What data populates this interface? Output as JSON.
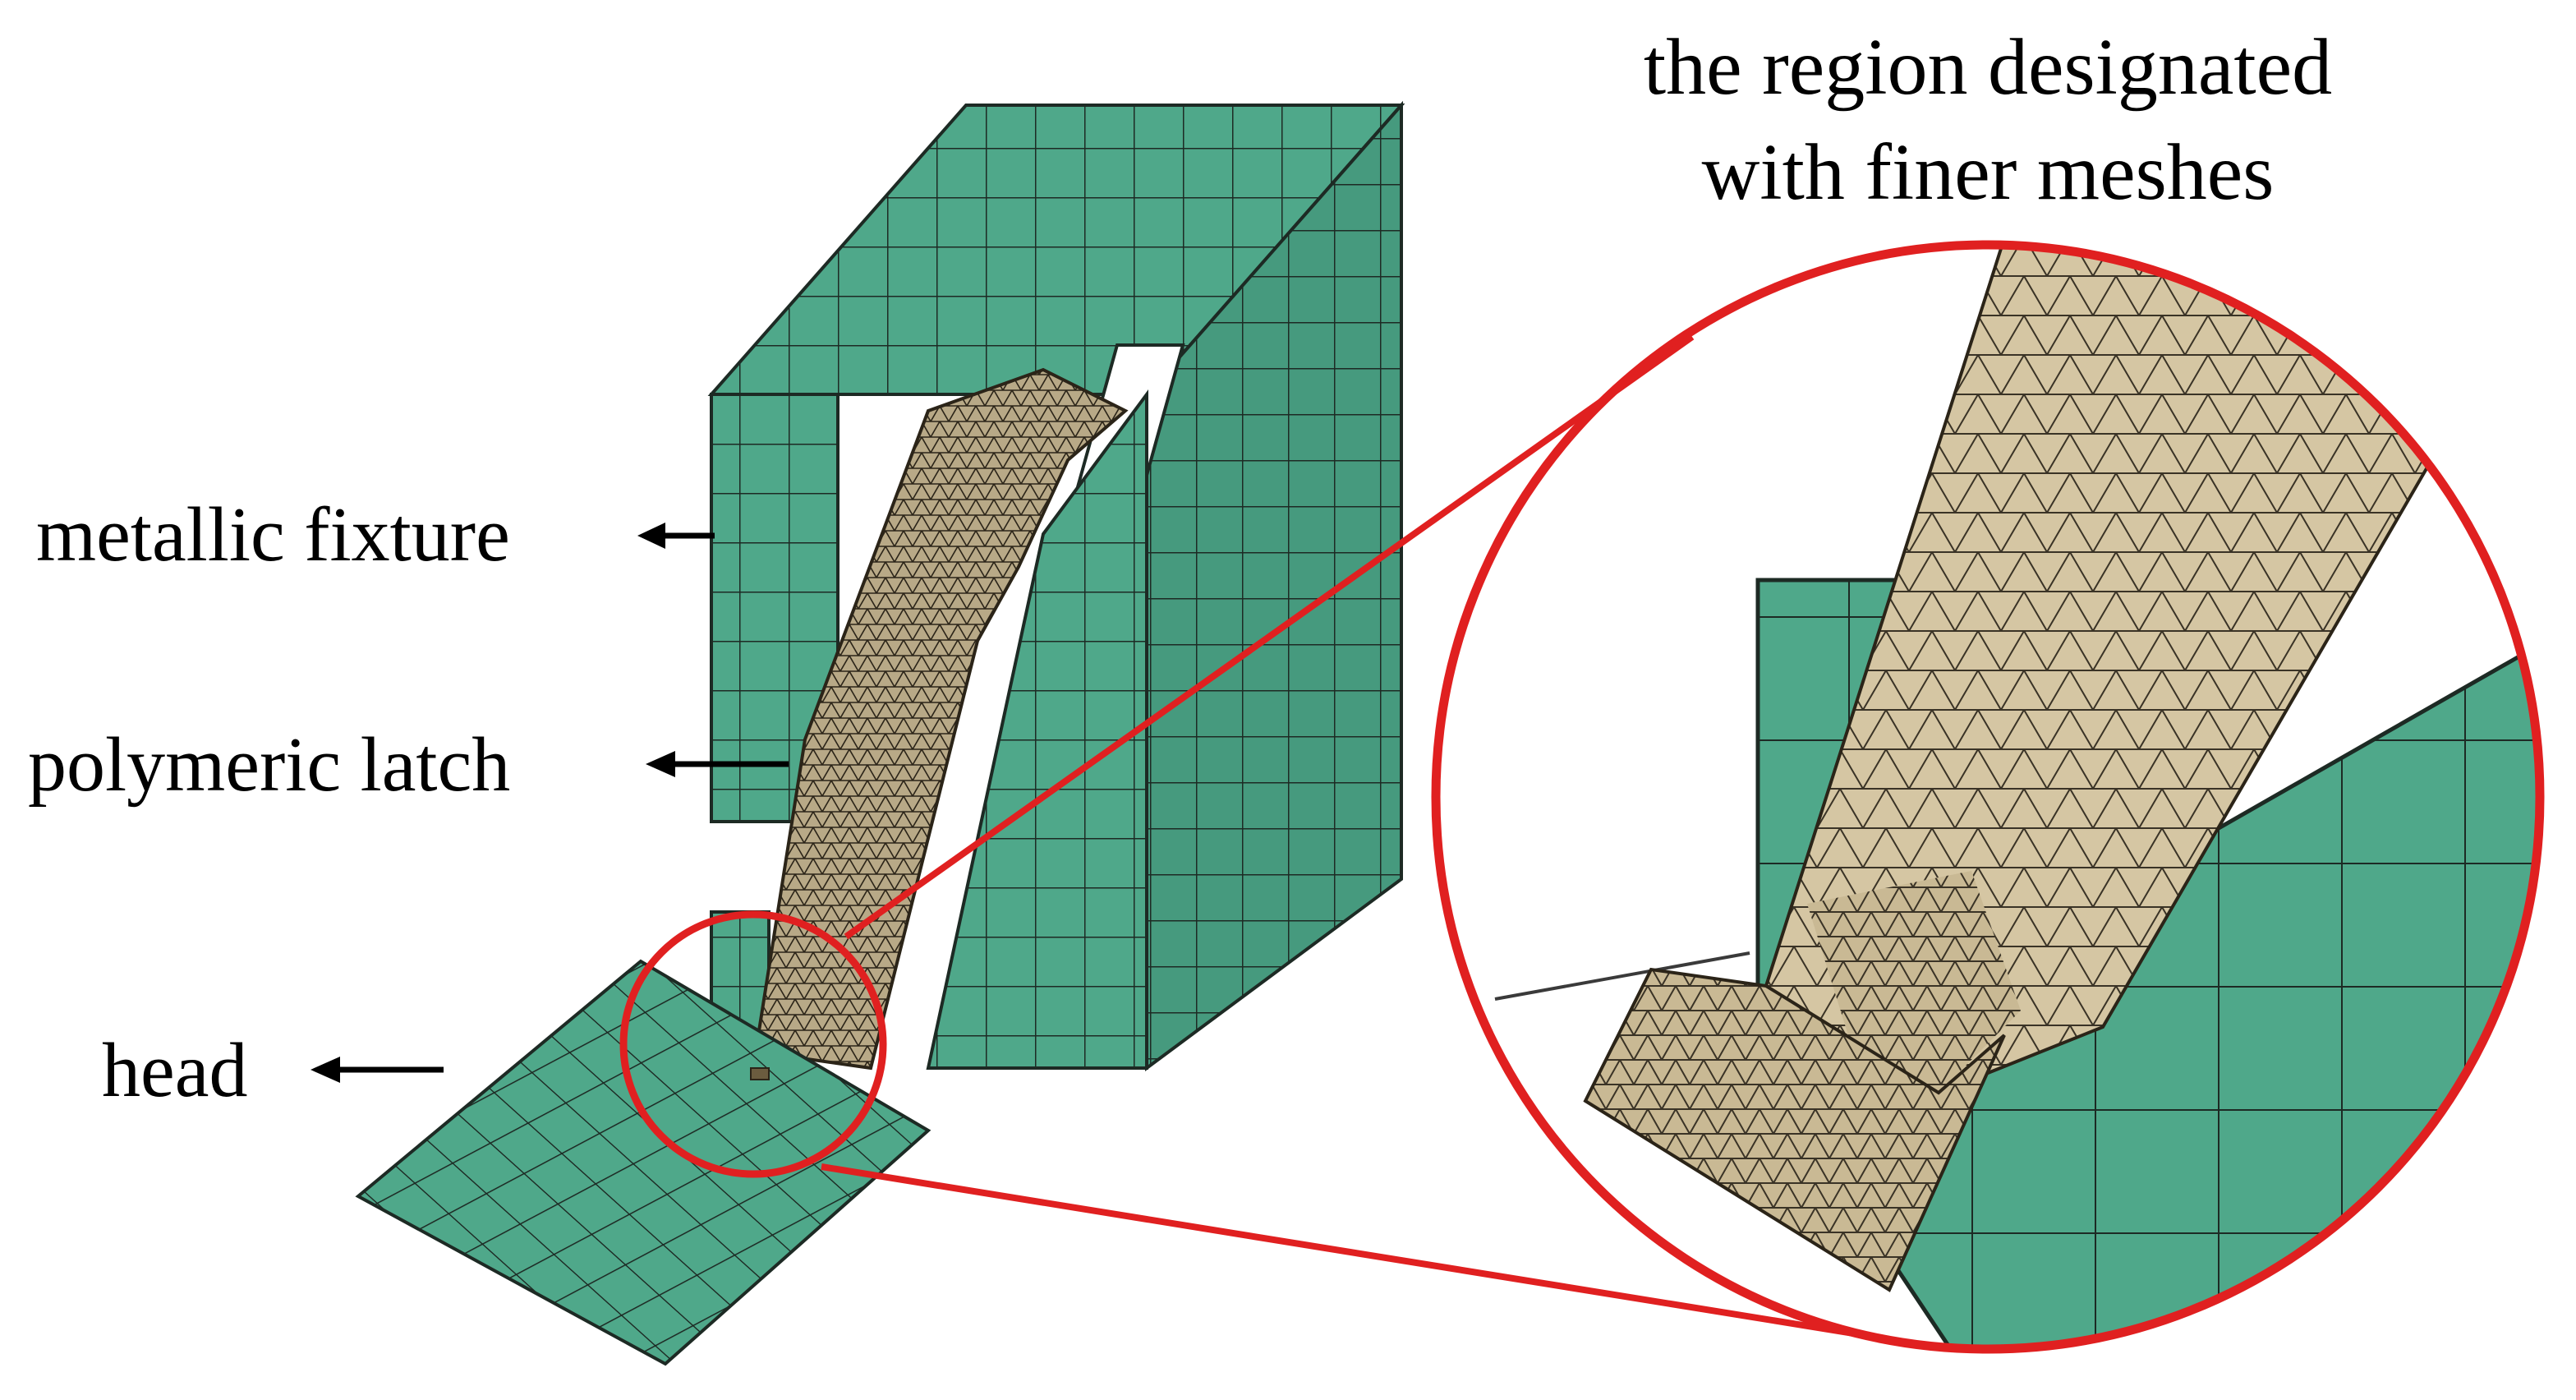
{
  "labels": {
    "metallic_fixture": "metallic fixture",
    "polymeric_latch": "polymeric latch",
    "head": "head",
    "callout_line1": "the region designated",
    "callout_line2": "with finer meshes"
  },
  "colors": {
    "fixture_fill": "#4fa88a",
    "latch_fill": "#d5c6a3",
    "mesh_line": "#1d2a24",
    "magnifier": "#e02020",
    "arrow": "#000000",
    "background": "#ffffff"
  }
}
